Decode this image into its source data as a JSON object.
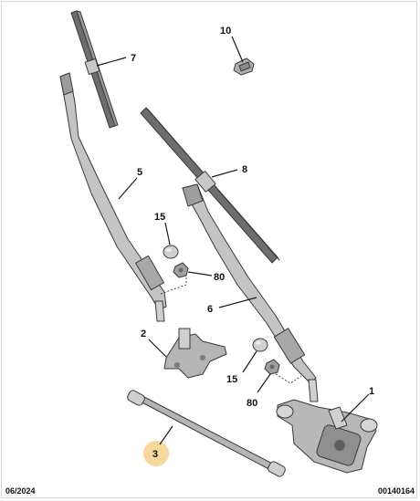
{
  "footer": {
    "date": "06/2024",
    "reference": "00140164"
  },
  "callouts": {
    "p7": "7",
    "p10": "10",
    "p5": "5",
    "p8": "8",
    "p15a": "15",
    "p80a": "80",
    "p6": "6",
    "p2": "2",
    "p15b": "15",
    "p80b": "80",
    "p1": "1",
    "p3": "3"
  },
  "colors": {
    "highlight": "#f6d99a",
    "part_fill": "#b9b9b9",
    "blade_fill": "#6d6d6d",
    "line": "#1a1a1a"
  }
}
